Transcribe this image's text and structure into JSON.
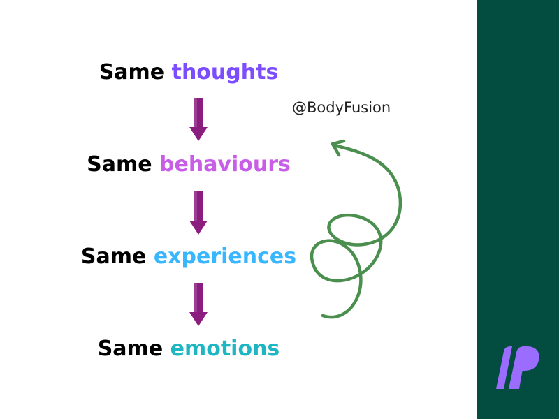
{
  "flow": [
    {
      "lead": "Same",
      "word": "thoughts",
      "color": "#7b4dff"
    },
    {
      "lead": "Same",
      "word": "behaviours",
      "color": "#c85ee8"
    },
    {
      "lead": "Same",
      "word": "experiences",
      "color": "#38b6ff"
    },
    {
      "lead": "Same",
      "word": "emotions",
      "color": "#1fb6c4"
    }
  ],
  "handle": "@BodyFusion",
  "colors": {
    "arrow": "#8b1d7e",
    "loop": "#4a8f4e",
    "sidebar": "#024d40",
    "logo": "#9b6dff"
  },
  "icons": {
    "down-arrow": "down-arrow-icon",
    "cycle-loop": "loop-arrow-icon",
    "brand": "brand-logo"
  }
}
